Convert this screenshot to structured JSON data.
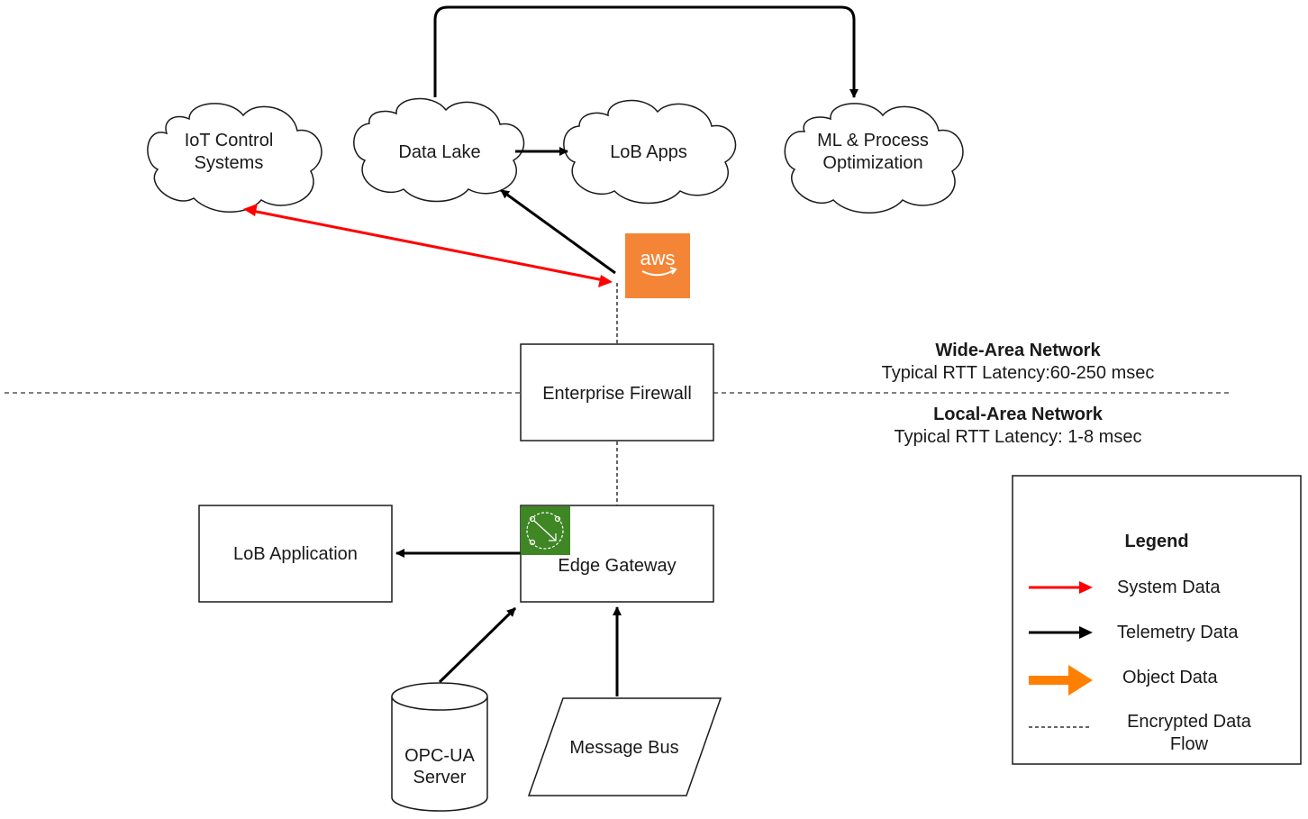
{
  "nodes": {
    "iot_control": {
      "line1": "IoT Control",
      "line2": "Systems"
    },
    "data_lake": {
      "label": "Data Lake"
    },
    "lob_apps": {
      "label": "LoB Apps"
    },
    "ml": {
      "line1": "ML & Process",
      "line2": "Optimization"
    },
    "aws": {
      "label": "aws",
      "color": "#F58536"
    },
    "firewall": {
      "label": "Enterprise Firewall"
    },
    "edge_gateway": {
      "label": "Edge Gateway",
      "icon_color": "#3F8624"
    },
    "lob_application": {
      "label": "LoB Application"
    },
    "opcua": {
      "line1": "OPC-UA",
      "line2": "Server"
    },
    "message_bus": {
      "label": "Message Bus"
    }
  },
  "network": {
    "wan_title": "Wide-Area Network",
    "wan_latency": "Typical RTT Latency:60-250 msec",
    "lan_title": "Local-Area Network",
    "lan_latency": "Typical RTT Latency: 1-8 msec"
  },
  "legend": {
    "title": "Legend",
    "items": [
      {
        "label": "System Data",
        "color": "#ff0000"
      },
      {
        "label": "Telemetry Data",
        "color": "#000000"
      },
      {
        "label": "Object Data",
        "color": "#ff8000"
      },
      {
        "label_line1": "Encrypted Data",
        "label_line2": "Flow",
        "style": "dashed"
      }
    ]
  }
}
